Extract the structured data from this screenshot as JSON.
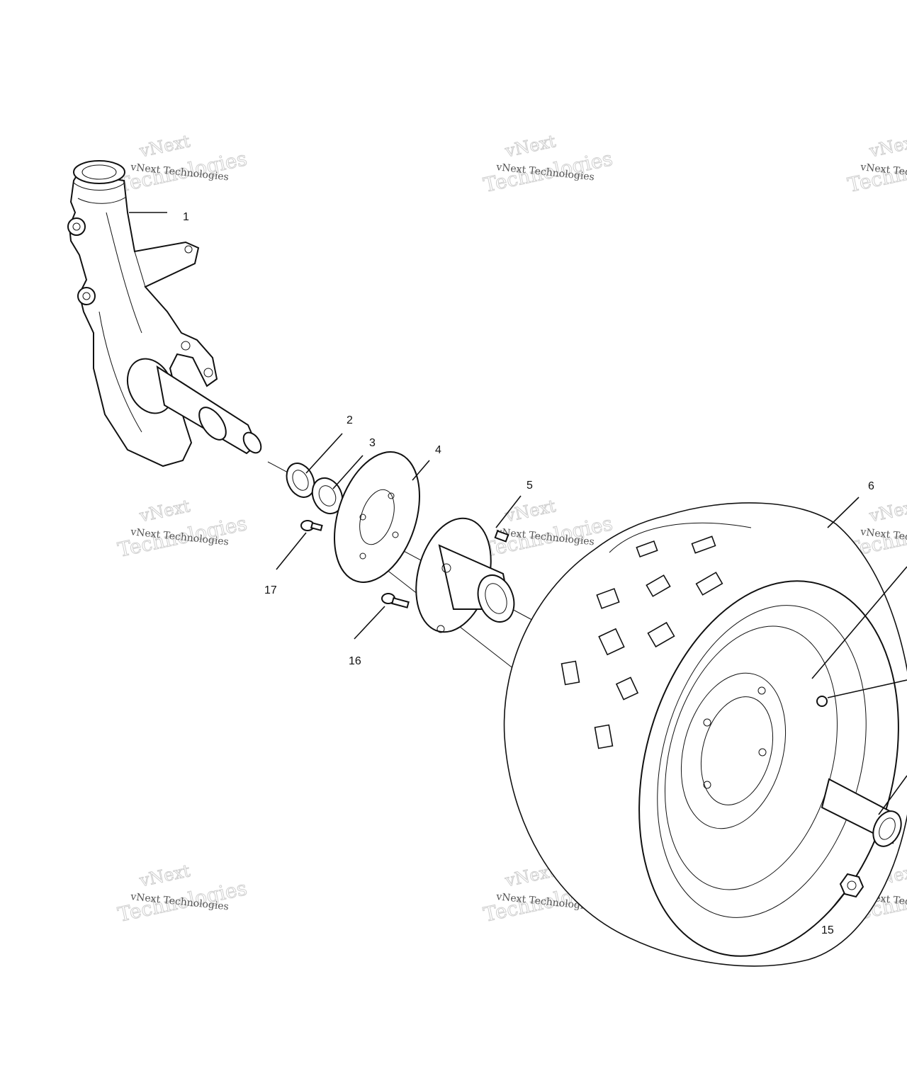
{
  "callouts": {
    "c1": "1",
    "c2": "2",
    "c3": "3",
    "c4": "4",
    "c5": "5",
    "c6": "6",
    "c15": "15",
    "c16": "16",
    "c17": "17"
  },
  "watermark": {
    "line_small": "vNext Technologies",
    "word_a": "vNext",
    "word_b": "Technologies"
  }
}
